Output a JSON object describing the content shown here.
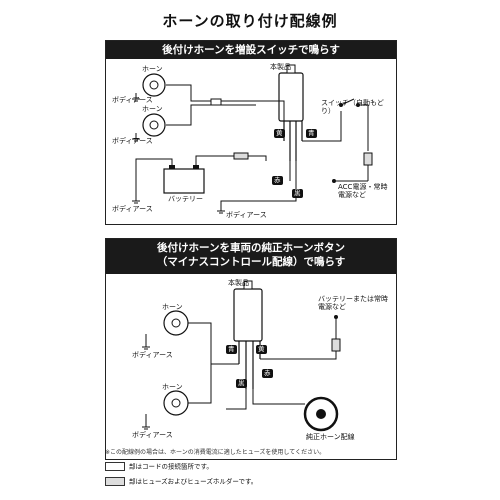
{
  "title": "ホーンの取り付け配線例",
  "diagram1": {
    "header": "後付けホーンを増設スイッチで鳴らす",
    "product": "本製品",
    "horn": "ホーン",
    "ground": "ボディアース",
    "battery": "バッテリー",
    "switch": "スイッチ（自動もどり）",
    "acc": "ACC電源・常時電源など",
    "wire_yellow": "黄",
    "wire_blue": "青",
    "wire_red": "赤",
    "wire_black": "黒"
  },
  "diagram2": {
    "header_line1": "後付けホーンを車両の純正ホーンボタン",
    "header_line2": "（マイナスコントロール配線）で鳴らす",
    "product": "本製品",
    "horn": "ホーン",
    "ground": "ボディアース",
    "battery_or": "バッテリーまたは常時電源など",
    "oem_horn": "純正ホーン配線",
    "wire_yellow": "黄",
    "wire_blue": "青",
    "wire_red": "赤",
    "wire_black": "黒"
  },
  "footnote": "※この配線例の場合は、ホーンの消費電流に適したヒューズを使用してください。",
  "legend": {
    "connector": "部はコードの接続箇所です。",
    "fuse": "部はヒューズおよびヒューズホルダーです。"
  }
}
